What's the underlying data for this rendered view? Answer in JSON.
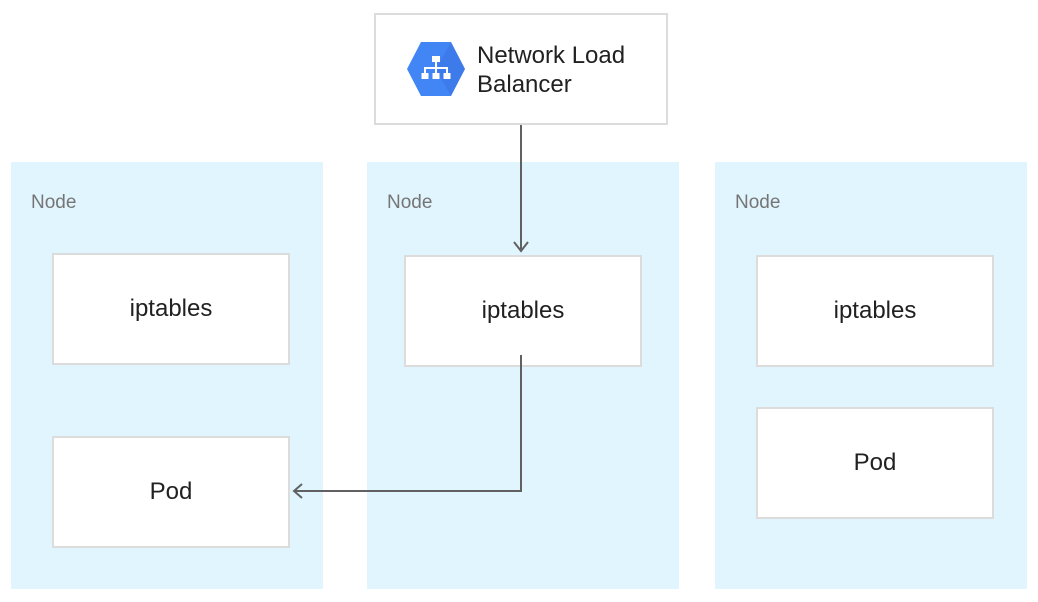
{
  "load_balancer": {
    "label_line1": "Network Load",
    "label_line2": "Balancer",
    "icon": "network-load-balancer-icon",
    "icon_color": "#4285f4"
  },
  "nodes": [
    {
      "label": "Node",
      "boxes": [
        {
          "label": "iptables"
        },
        {
          "label": "Pod"
        }
      ]
    },
    {
      "label": "Node",
      "boxes": [
        {
          "label": "iptables"
        }
      ]
    },
    {
      "label": "Node",
      "boxes": [
        {
          "label": "iptables"
        },
        {
          "label": "Pod"
        }
      ]
    }
  ],
  "colors": {
    "node_background": "#e1f5fe",
    "box_border": "#dcdcdc",
    "arrow": "#616161",
    "text": "#212121",
    "node_label": "#757575"
  }
}
